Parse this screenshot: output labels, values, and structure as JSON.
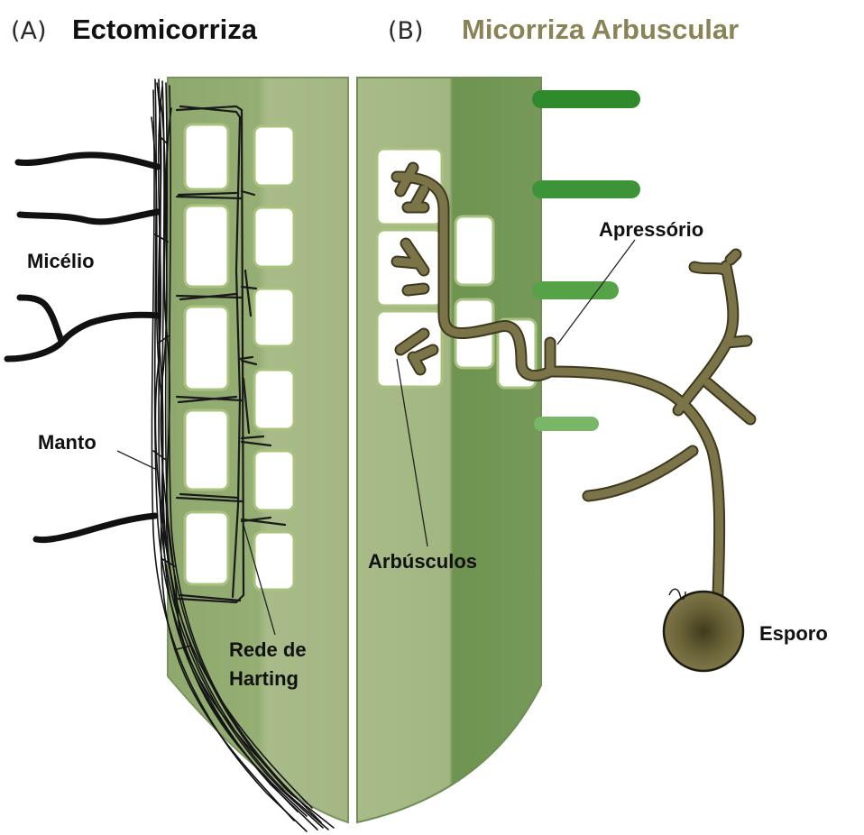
{
  "panel_a": {
    "letter": "(A)",
    "title": "Ectomicorriza"
  },
  "panel_b": {
    "letter": "(B)",
    "title": "Micorriza Arbuscular"
  },
  "labels": {
    "micelio": "Micélio",
    "manto": "Manto",
    "rede_line1": "Rede de",
    "rede_line2": "Harting",
    "apressorio": "Apressório",
    "arbusculos": "Arbúsculos",
    "esporo": "Esporo"
  },
  "colors": {
    "root_light": "#a7ba86",
    "root_mid": "#93ac70",
    "root_dark": "#6f9550",
    "cell_border": "#a9c27e",
    "ecto_hyphae": "#111111",
    "amf_fungus": "#7b7448",
    "root_hair_dark": "#2f8a2c",
    "root_hair_light": "#7ab668",
    "title_b": "#8a8356"
  }
}
